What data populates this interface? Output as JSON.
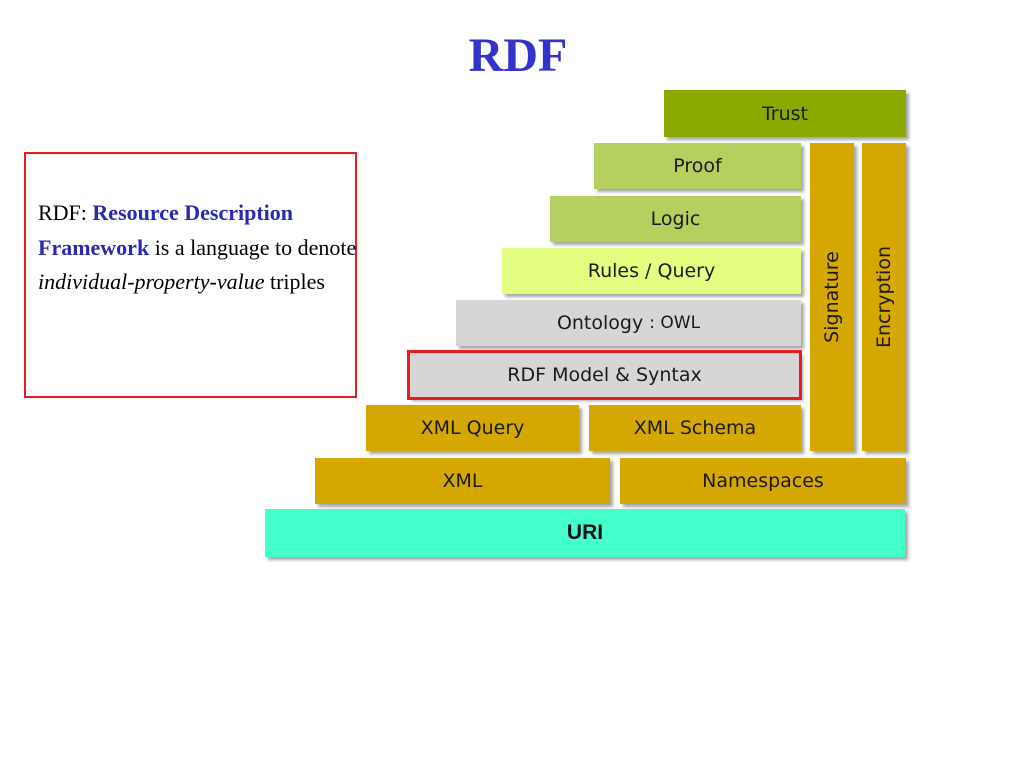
{
  "slide": {
    "title": "RDF"
  },
  "callout": {
    "prefix": "RDF: ",
    "term": "Resource Description Framework",
    "line1": " is a language to denote ",
    "italic": "individual-property-value",
    "line2": " triples"
  },
  "diagram": {
    "layers": {
      "trust": "Trust",
      "proof": "Proof",
      "logic": "Logic",
      "rules_query": "Rules / Query",
      "ontology": "Ontology",
      "ontology_suffix": ": OWL",
      "rdf_model": "RDF Model & Syntax",
      "xml_query": "XML Query",
      "xml_schema": "XML Schema",
      "xml": "XML",
      "namespaces": "Namespaces",
      "uri": "URI"
    },
    "side_columns": {
      "signature": "Signature",
      "encryption": "Encryption"
    },
    "colors": {
      "title": "#3333cc",
      "highlight_border": "#e41e1e",
      "gold": "#d4a800",
      "olive": "#8aaa00",
      "light_olive": "#b6d060",
      "lime": "#e4ff80",
      "grey": "#d6d6d6",
      "cyan": "#44ffcc"
    }
  }
}
